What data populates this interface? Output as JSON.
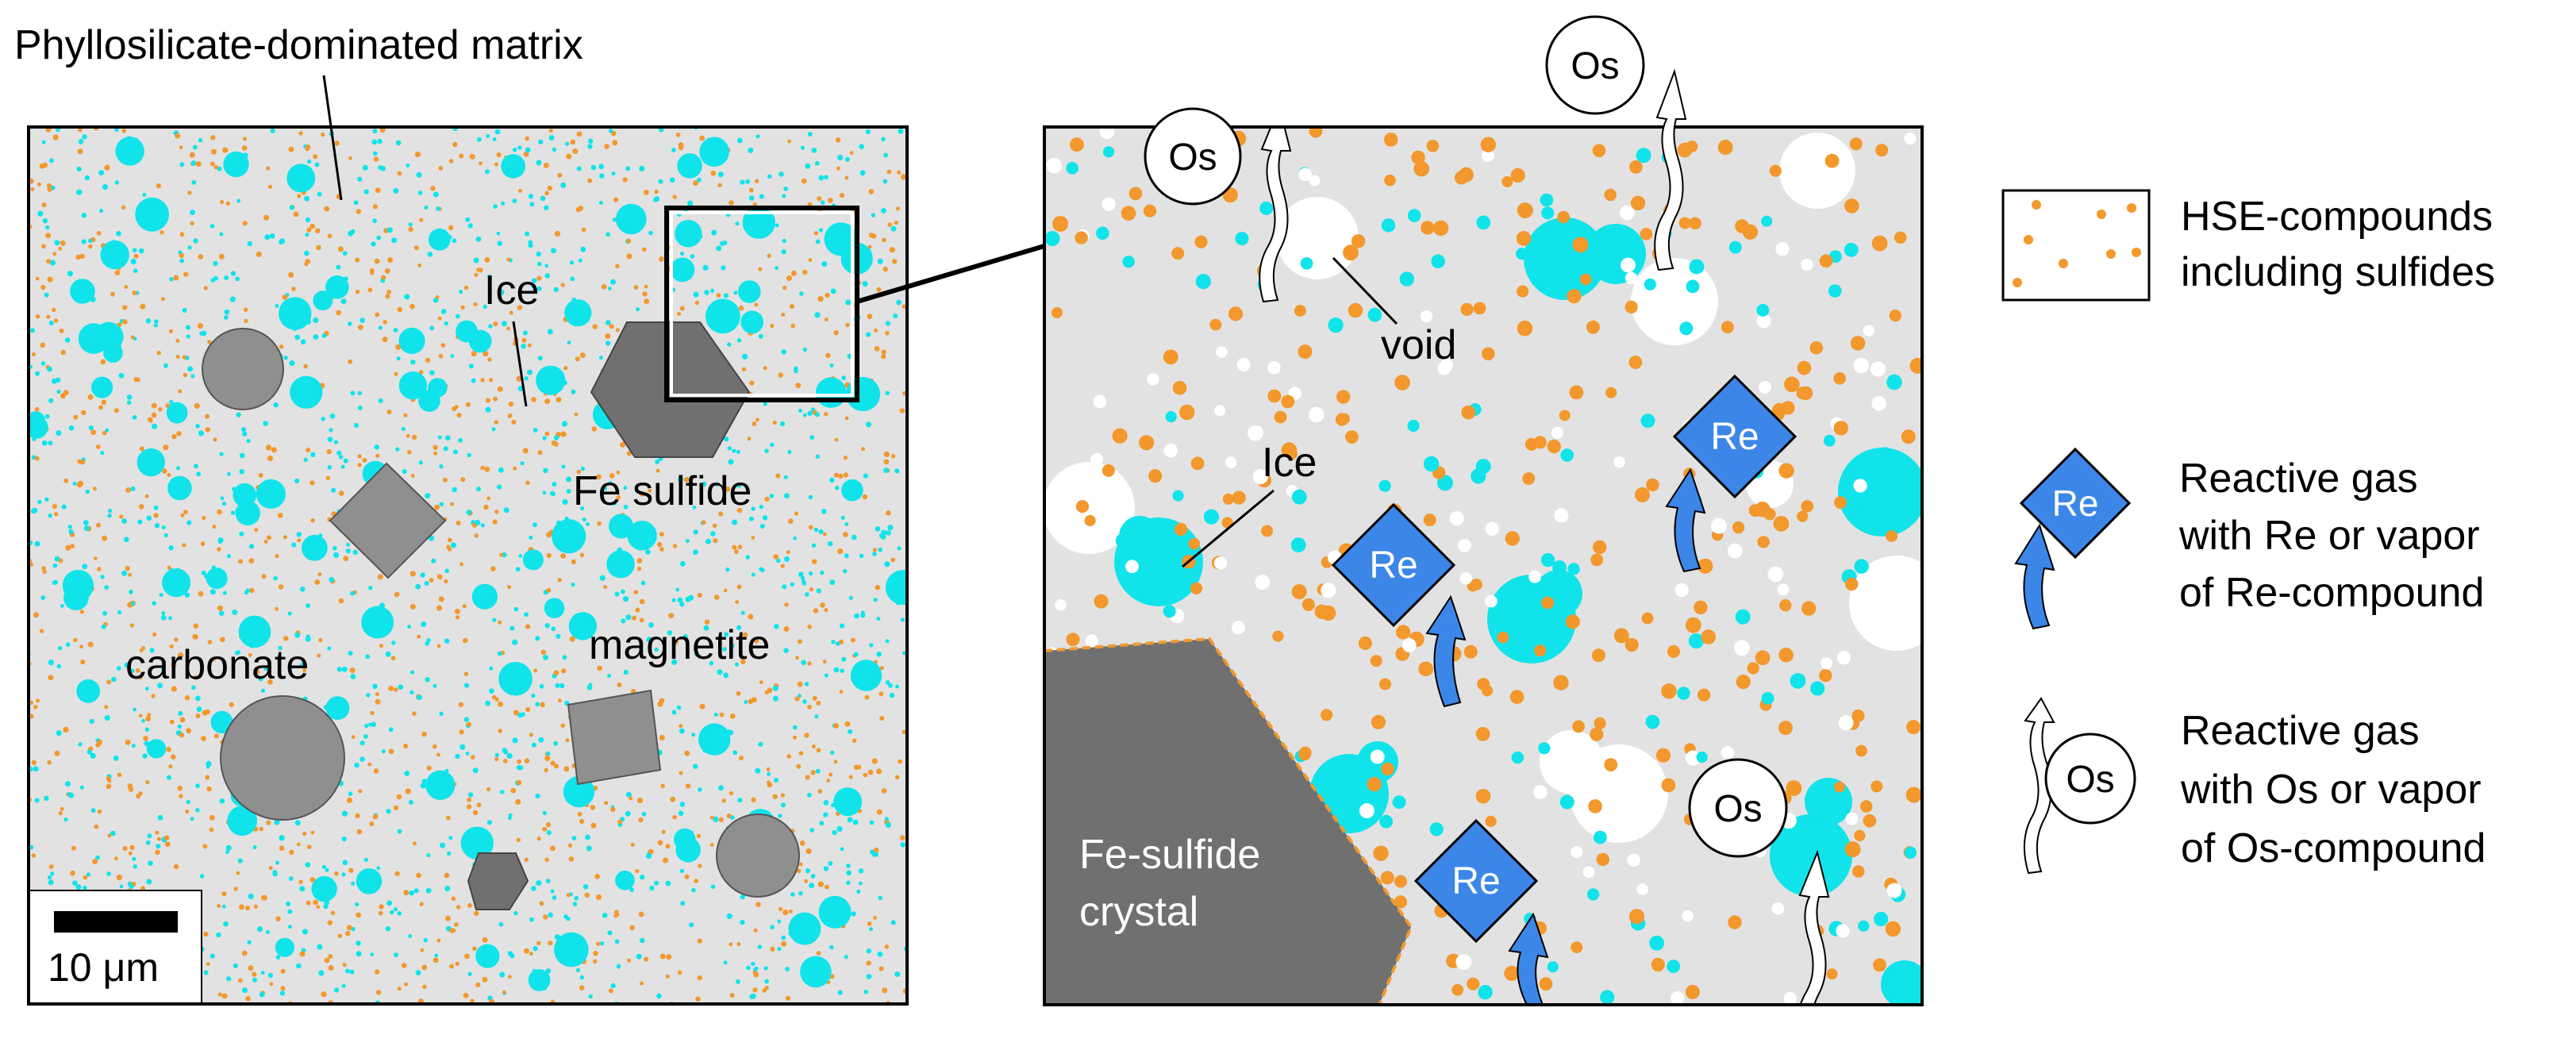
{
  "colors": {
    "matrix": "#e2e2e2",
    "cyan": "#11e3ea",
    "orange": "#f2982d",
    "mineral_dark": "#707070",
    "mineral_mid": "#8f8f8f",
    "re_blue": "#3c86e8",
    "outline": "#000000",
    "void": "#ffffff"
  },
  "left_panel": {
    "matrix_label": "Phyllosilicate-dominated matrix",
    "ice_label": "Ice",
    "fe_sulfide_label": "Fe sulfide",
    "carbonate_label": "carbonate",
    "magnetite_label": "magnetite",
    "scale_label": "10 μm"
  },
  "right_panel": {
    "void_label": "void",
    "ice_label": "Ice",
    "crystal_label_line1": "Fe-sulfide",
    "crystal_label_line2": "crystal",
    "os_label": "Os",
    "re_label": "Re"
  },
  "legend": {
    "hse": {
      "line1": "HSE-compounds",
      "line2": "including sulfides"
    },
    "re": {
      "symbol": "Re",
      "line1": "Reactive gas",
      "line2": "with Re or vapor",
      "line3": "of Re-compound"
    },
    "os": {
      "symbol": "Os",
      "line1": "Reactive gas",
      "line2": "with Os or vapor",
      "line3": "of Os-compound"
    }
  },
  "icons": [
    "re-diamond-icon",
    "os-circle-icon",
    "blue-arrow-icon",
    "white-wavy-arrow-icon"
  ]
}
